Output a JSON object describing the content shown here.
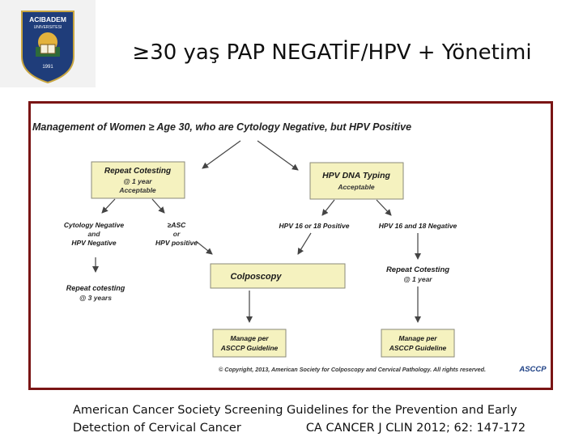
{
  "slide": {
    "title": "≥30 yaş PAP NEGATİF/HPV + Yönetimi",
    "logo": {
      "line1": "ACIBADEM",
      "line2": "UNIVERSITESI",
      "line3": "1991"
    }
  },
  "figure": {
    "heading": "Management of Women ≥ Age 30, who are Cytology Negative, but HPV Positive",
    "left_box": {
      "title": "Repeat Cotesting",
      "line2": "@ 1 year",
      "line3": "Acceptable"
    },
    "right_box": {
      "title": "HPV DNA Typing",
      "line2": "Acceptable"
    },
    "cyto_neg": {
      "line1": "Cytology Negative",
      "line2": "and",
      "line3": "HPV Negative"
    },
    "asc": {
      "line1": "≥ASC",
      "line2": "or",
      "line3": "HPV positive"
    },
    "hpv_pos": "HPV 16 or 18 Positive",
    "hpv_neg": "HPV 16 and 18 Negative",
    "colposcopy": "Colposcopy",
    "repeat_3": {
      "line1": "Repeat cotesting",
      "line2": "@ 3 years"
    },
    "repeat_1": {
      "line1": "Repeat Cotesting",
      "line2": "@ 1 year"
    },
    "manage_1": {
      "line1": "Manage per",
      "line2": "ASCCP Guideline"
    },
    "manage_2": {
      "line1": "Manage per",
      "line2": "ASCCP Guideline"
    },
    "copyright": "© Copyright, 2013, American Society for Colposcopy and Cervical Pathology. All rights reserved.",
    "asccp_logo": "ASCCP"
  },
  "citation": {
    "line1": "American Cancer Society Screening Guidelines for the Prevention and Early",
    "line2_left": "Detection of Cervical Cancer",
    "line2_right": "CA CANCER J CLIN 2012; 62: 147-172"
  },
  "colors": {
    "frame": "#7a1515",
    "box_fill": "#f5f2bf",
    "logo_blue": "#1f3d7a"
  }
}
